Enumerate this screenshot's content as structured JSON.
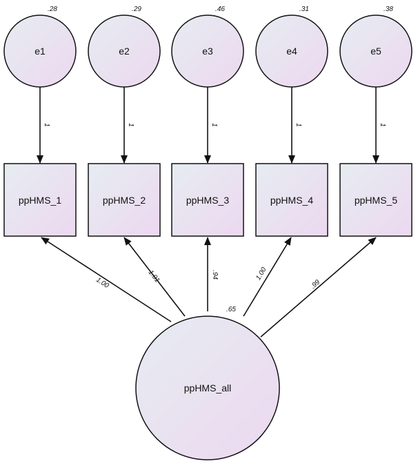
{
  "errors": [
    {
      "name": "e1",
      "variance": ".28"
    },
    {
      "name": "e2",
      "variance": ".29"
    },
    {
      "name": "e3",
      "variance": ".46"
    },
    {
      "name": "e4",
      "variance": ".31"
    },
    {
      "name": "e5",
      "variance": ".38"
    }
  ],
  "error_paths": [
    "1",
    "1",
    "1",
    "1",
    "1"
  ],
  "indicators": [
    "ppHMS_1",
    "ppHMS_2",
    "ppHMS_3",
    "ppHMS_4",
    "ppHMS_5"
  ],
  "latent": {
    "name": "ppHMS_all",
    "variance": ".65"
  },
  "loadings": [
    "1.00",
    "1.01",
    ".94",
    "1.00",
    ".99"
  ]
}
